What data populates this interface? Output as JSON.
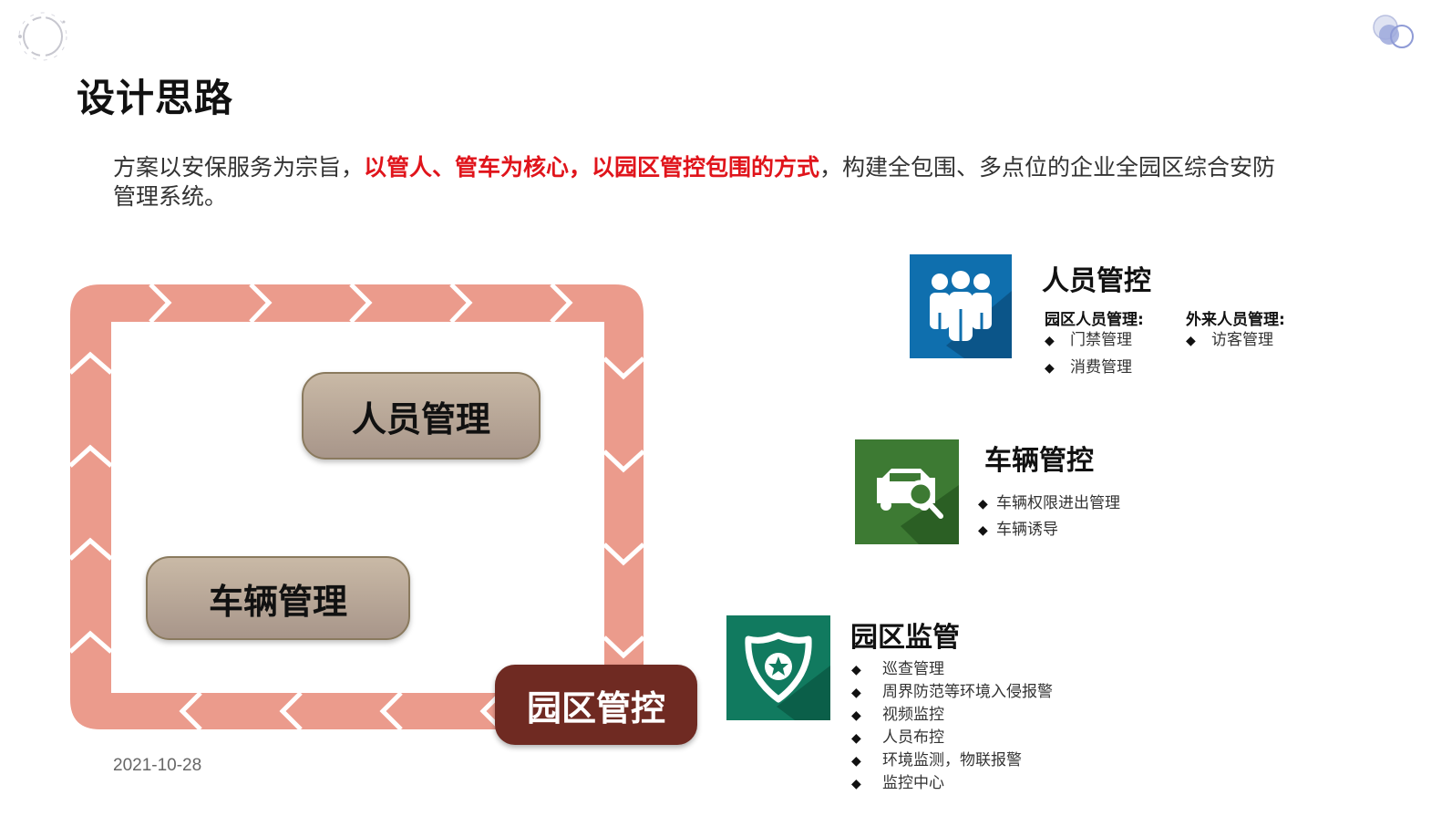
{
  "title": "设计思路",
  "intro": {
    "part1": "方案以安保服务为宗旨，",
    "part2": "以管人、管车为核心，以园区管控包围的方式",
    "part3": "，构建全包围、多点位的企业全园区综合安防管理系统。"
  },
  "diagram": {
    "people_label": "人员管理",
    "vehicle_label": "车辆管理",
    "park_label": "园区管控",
    "ring_color": "#eb9b8c",
    "park_color": "#6f2a22"
  },
  "people": {
    "title": "人员管控",
    "icon": "people-group-icon",
    "icon_color": "#0f6fae",
    "internal_heading": "园区人员管理:",
    "internal_items": [
      "门禁管理",
      "消费管理"
    ],
    "visitor_heading": "外来人员管理:",
    "visitor_items": [
      "访客管理"
    ]
  },
  "vehicle": {
    "title": "车辆管控",
    "icon": "car-search-icon",
    "icon_color": "#3d7a33",
    "items": [
      "车辆权限进出管理",
      "车辆诱导"
    ]
  },
  "park": {
    "title": "园区监管",
    "icon": "shield-star-icon",
    "icon_color": "#117a5f",
    "items": [
      "巡查管理",
      "周界防范等环境入侵报警",
      "视频监控",
      "人员布控",
      "环境监测，物联报警",
      "监控中心"
    ]
  },
  "date": "2021-10-28"
}
